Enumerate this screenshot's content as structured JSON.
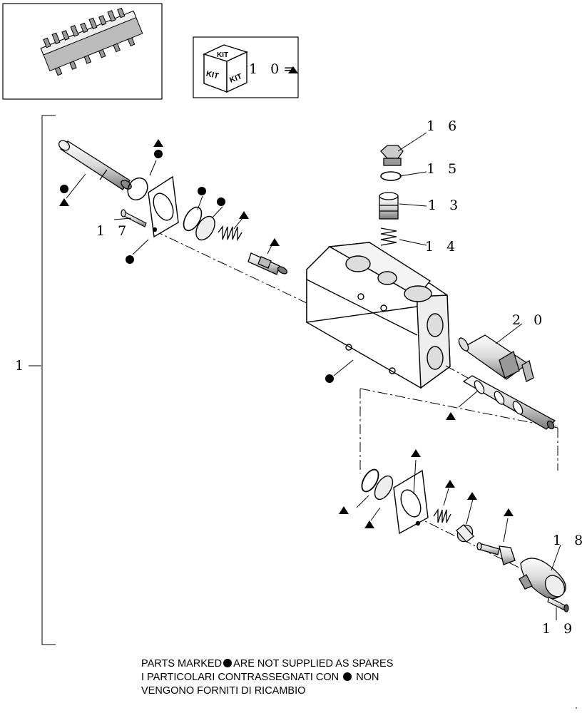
{
  "kit_box": {
    "kit_word": "KIT",
    "label": "1 0="
  },
  "callouts": {
    "part_1": "1",
    "part_13": "1 3",
    "part_14": "1 4",
    "part_15": "1 5",
    "part_16": "1 6",
    "part_17": "1 7",
    "part_18": "1 8",
    "part_19": "1 9",
    "part_20": "2 0"
  },
  "note": {
    "line1_prefix": "PARTS MARKED",
    "line1_suffix": "ARE NOT SUPPLIED AS SPARES",
    "line2_prefix": "I PARTICOLARI  CONTRASSEGNATI  CON",
    "line2_suffix": "NON",
    "line3": "VENGONO FORNITI DI RICAMBIO"
  },
  "icons": [
    "circle-marker-icon",
    "triangle-marker-icon",
    "kit-cube-icon"
  ]
}
